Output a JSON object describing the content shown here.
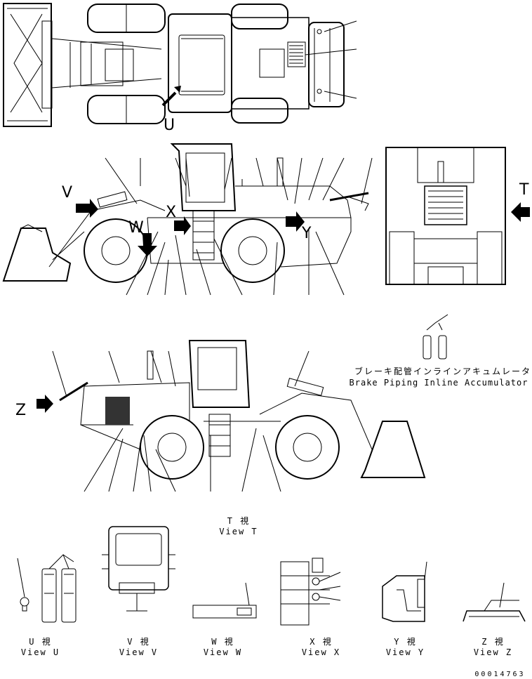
{
  "view_arrows": {
    "u": "U",
    "v": "V",
    "w": "W",
    "x": "X",
    "y": "Y",
    "t": "T",
    "z": "Z"
  },
  "accumulator": {
    "label_jp": "ブレーキ配管インラインアキュムレータ",
    "label_en": "Brake Piping Inline Accumulator"
  },
  "view_t": {
    "jp": "T 視",
    "en": "View T"
  },
  "views": [
    {
      "jp": "U 視",
      "en": "View U"
    },
    {
      "jp": "V 視",
      "en": "View V"
    },
    {
      "jp": "W 視",
      "en": "View W"
    },
    {
      "jp": "X 視",
      "en": "View X"
    },
    {
      "jp": "Y 視",
      "en": "View Y"
    },
    {
      "jp": "Z 視",
      "en": "View Z"
    }
  ],
  "drawing_number": "00014763"
}
